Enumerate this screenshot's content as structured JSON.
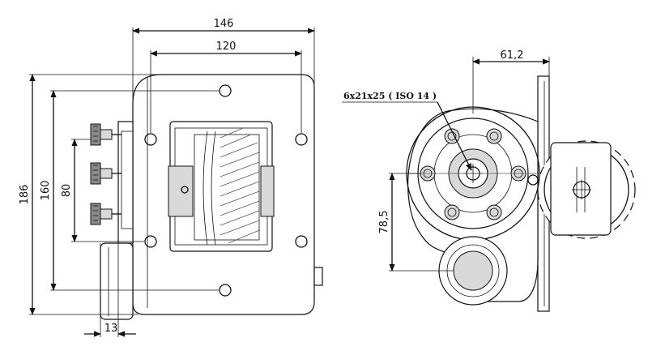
{
  "dimensions": {
    "flange_width_outer": "146",
    "flange_width_holes": "120",
    "total_height": "186",
    "hole_height": "160",
    "stud_spacing": "80",
    "stud_offset": "13",
    "side_offset": "61,2",
    "shaft_height": "78,5"
  },
  "callout": {
    "spline": "6x21x25 ( ISO 14 )"
  },
  "colors": {
    "line": "#111111",
    "shade": "#d9d9d9",
    "dark": "#8a8a8a",
    "background": "#ffffff"
  }
}
